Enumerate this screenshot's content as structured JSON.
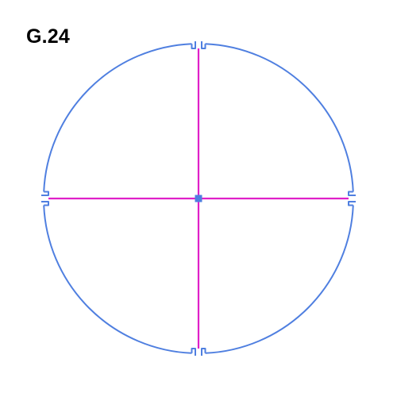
{
  "label": "G.24",
  "colors": {
    "label": "#000000",
    "outline": "#4f7fe0",
    "crosshair": "#e020c8",
    "center_marker": "#4f7fe0",
    "background": "#ffffff"
  },
  "diagram": {
    "shape": "circle-with-crosshair",
    "notches": [
      "top",
      "right",
      "bottom",
      "left"
    ],
    "center_marker": "square"
  }
}
